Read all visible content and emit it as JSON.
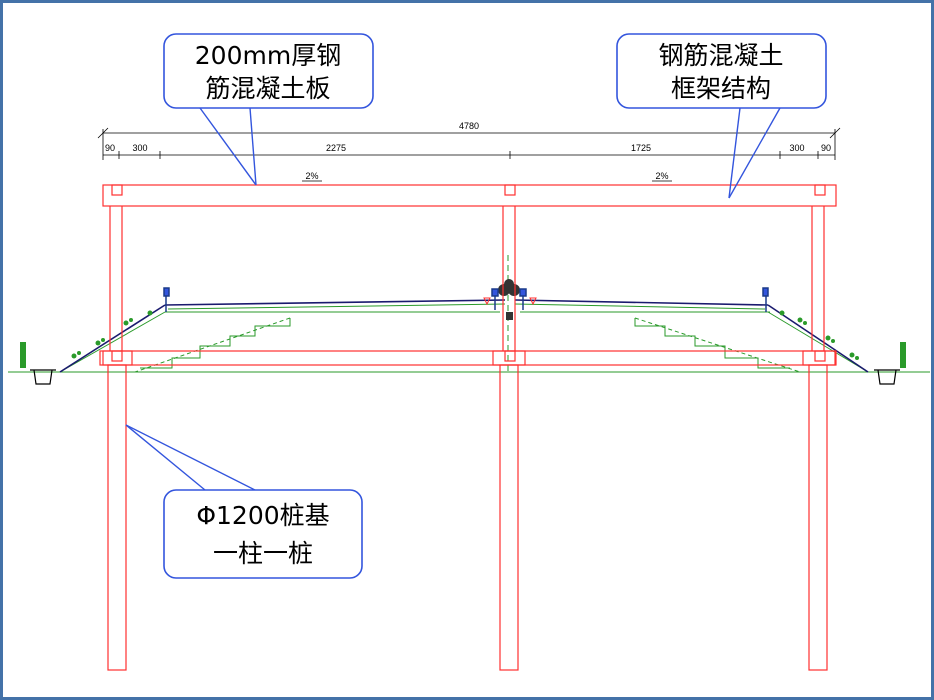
{
  "dimensions": {
    "total": "4780",
    "left_edge": "90",
    "left_shoulder": "300",
    "left_span": "2275",
    "right_span": "1725",
    "right_shoulder": "300",
    "right_edge": "90"
  },
  "slopes": {
    "left": "2%",
    "right": "2%"
  },
  "callouts": {
    "slab": {
      "line1": "200mm厚钢",
      "line2": "筋混凝土板"
    },
    "frame": {
      "line1": "钢筋混凝土",
      "line2": "框架结构"
    },
    "pile": {
      "line1": "Φ1200桩基",
      "line2": "一柱一桩"
    }
  },
  "colors": {
    "structure": "#ff3030",
    "road": "#1a1a6e",
    "earthwork": "#2a9a2a",
    "callout_border": "#3355dd",
    "frame_border": "#4472a8"
  }
}
